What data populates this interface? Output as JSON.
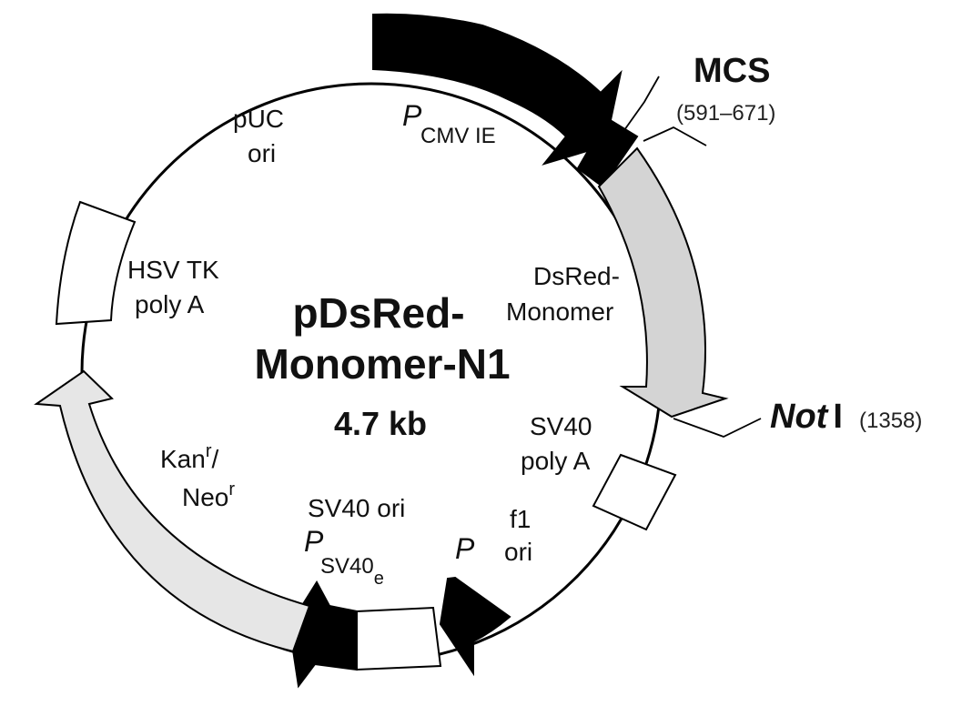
{
  "plasmid": {
    "name_line1": "pDsRed-",
    "name_line2": "Monomer-N1",
    "size": "4.7 kb"
  },
  "colors": {
    "promoter": "#000000",
    "reporter_gene": "#d4d4d4",
    "resistance_gene": "#e6e6e6",
    "box": "#ffffff",
    "outline": "#000000"
  },
  "features": {
    "pcmv": {
      "prefix": "P",
      "subscript": "CMV IE"
    },
    "mcs": {
      "name": "MCS",
      "range": "(591–671)"
    },
    "dsred": {
      "line1": "DsRed-",
      "line2": "Monomer"
    },
    "noti": {
      "name_italic": "Not",
      "name_roman": "I",
      "position": "(1358)"
    },
    "sv40_polya": {
      "line1": "SV40",
      "line2": "poly A"
    },
    "f1_ori": {
      "line1": "f1",
      "line2": "ori"
    },
    "p_promoter": {
      "prefix": "P"
    },
    "sv40_ori": {
      "label": "SV40 ori"
    },
    "psv40e": {
      "prefix": "P",
      "subscript": "SV40",
      "subsub": "e"
    },
    "kan_neo": {
      "line1": "Kan",
      "sup1": "r",
      "slash": "/",
      "line2": "Neo",
      "sup2": "r"
    },
    "hsv_tk": {
      "line1": "HSV TK",
      "line2": "poly A"
    },
    "puc_ori": {
      "line1": "pUC",
      "line2": "ori"
    }
  }
}
